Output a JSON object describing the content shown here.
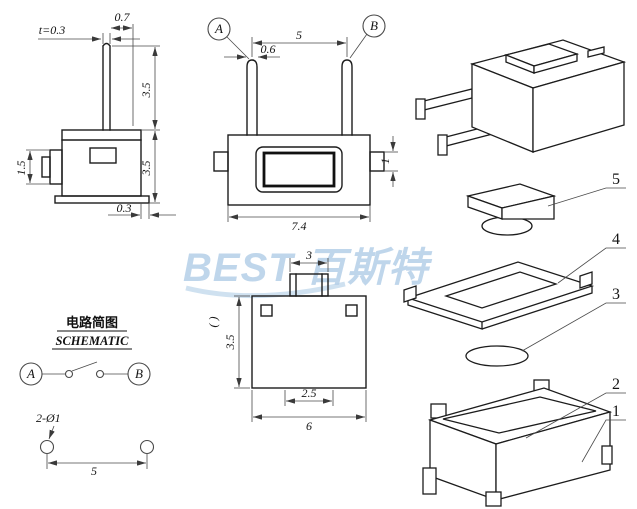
{
  "watermark": {
    "text": "BEST 百斯特",
    "color": "#b5cfe8"
  },
  "side_view": {
    "dim_lead_thickness": "t=0.3",
    "dim_lead_offset": "0.7",
    "dim_upper_height": "3.5",
    "dim_body_height": "3.5",
    "dim_button_height": "1.5",
    "dim_base_step": "0.3"
  },
  "front_view": {
    "terminal_a": "A",
    "terminal_b": "B",
    "dim_pin_spacing": "5",
    "dim_pin_width": "0.6",
    "dim_tab_height": "1",
    "dim_overall_width": "7.4"
  },
  "top_view": {
    "dim_button_width": "3",
    "dim_body_depth": "3.5",
    "ref_marks": "( )",
    "dim_inner_width": "2.5",
    "dim_body_width": "6"
  },
  "schematic": {
    "title_cn": "电路简图",
    "title_en": "SCHEMATIC",
    "terminal_a": "A",
    "terminal_b": "B"
  },
  "mounting_holes": {
    "label": "2-Ø1",
    "dim_spacing": "5"
  },
  "exploded_parts": {
    "part5_label": "5",
    "part4_label": "4",
    "part3_label": "3",
    "part2_label": "2",
    "part1_label": "1"
  }
}
